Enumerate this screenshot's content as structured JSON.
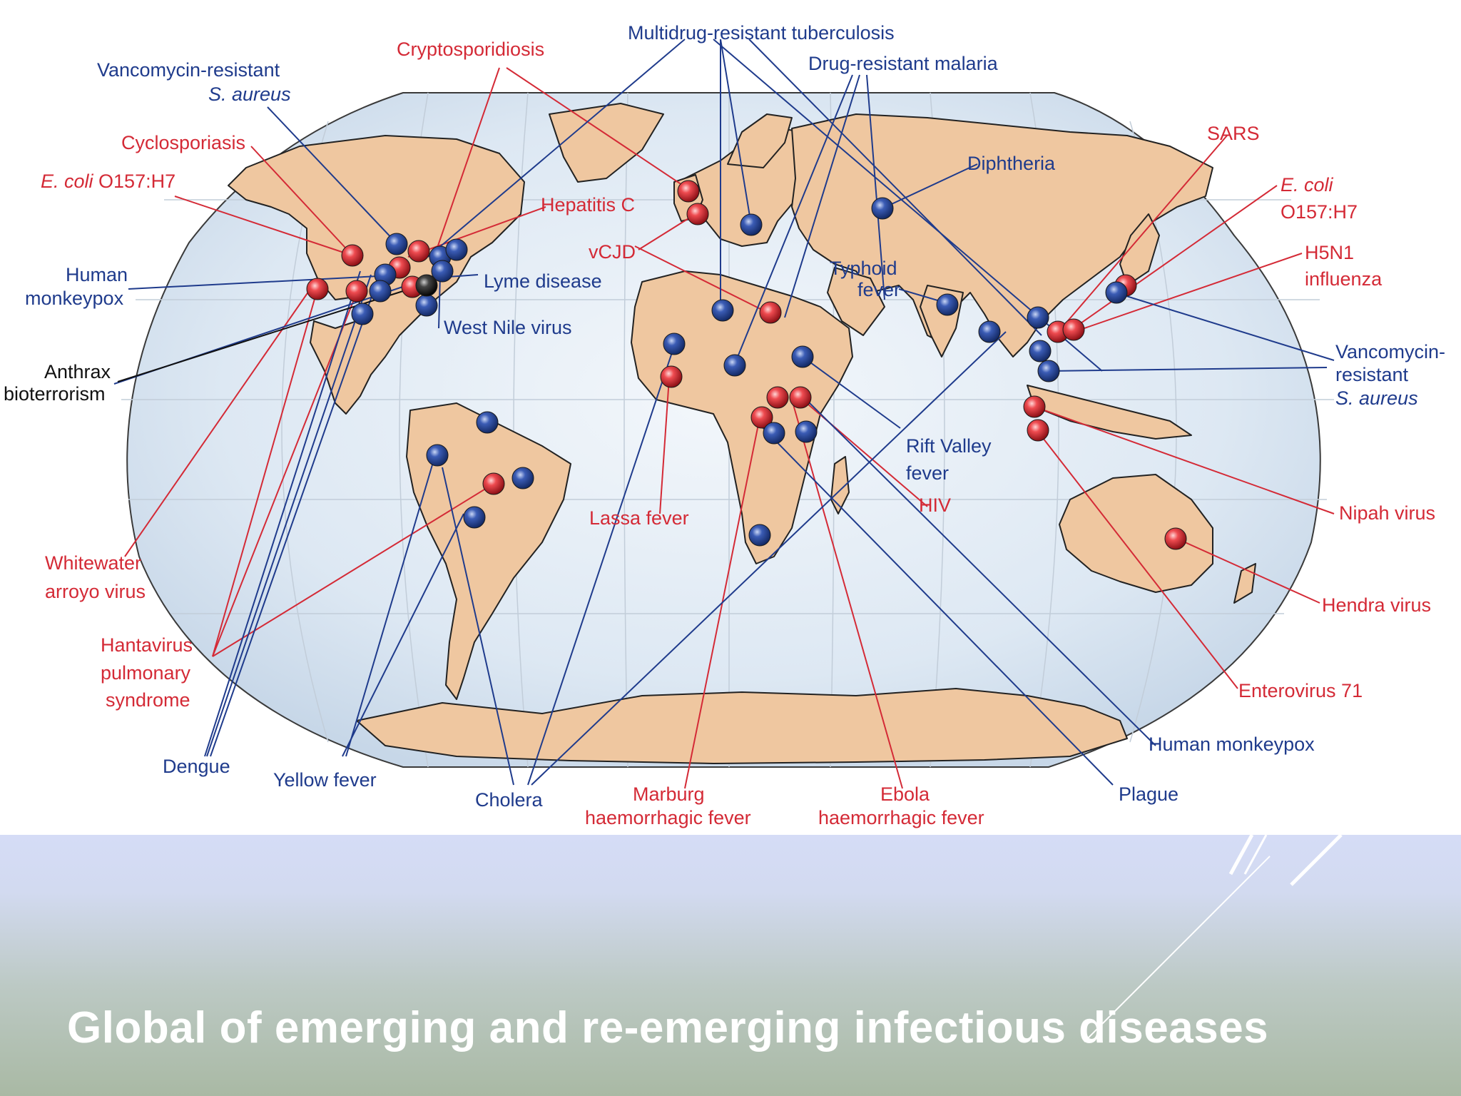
{
  "colors": {
    "ocean": "#dbe6f2",
    "land": "#efc7a0",
    "emerging_marker": "#d8343d",
    "reemerging_marker": "#2b4b9a",
    "deliberate_marker": "#222222",
    "emerging_text": "#d42a36",
    "reemerging_text": "#1f3b8c",
    "footer_band": "#cfd8f2"
  },
  "labels": {
    "multidrug_tb": "Multidrug-resistant tuberculosis",
    "drug_malaria": "Drug-resistant malaria",
    "crypto": "Cryptosporidiosis",
    "vrsa_w1": "Vancomycin-resistant",
    "vrsa_w2": "S. aureus",
    "cyclospora": "Cyclosporiasis",
    "ecoli_w_a": "E. coli",
    "ecoli_w_b": " O157:H7",
    "hepc": "Hepatitis C",
    "vcjd": "vCJD",
    "lyme": "Lyme disease",
    "wnv": "West Nile virus",
    "monkeypox_w1": "Human",
    "monkeypox_w2": "monkeypox",
    "anthrax1": "Anthrax",
    "anthrax2": "bioterrorism",
    "whitewater1": "Whitewater",
    "whitewater2": "arroyo virus",
    "hanta1": "Hantavirus",
    "hanta2": "pulmonary",
    "hanta3": "syndrome",
    "dengue": "Dengue",
    "yellow": "Yellow fever",
    "cholera": "Cholera",
    "marburg1": "Marburg",
    "marburg2": "haemorrhagic fever",
    "ebola1": "Ebola",
    "ebola2": "haemorrhagic fever",
    "plague": "Plague",
    "monkeypox_e": "Human monkeypox",
    "enterovirus": "Enterovirus 71",
    "hendra": "Hendra virus",
    "nipah": "Nipah virus",
    "vrsa_e1": "Vancomycin-",
    "vrsa_e2": "resistant",
    "vrsa_e3": "S. aureus",
    "h5n1_1": "H5N1",
    "h5n1_2": "influenza",
    "ecoli_e1": "E. coli",
    "ecoli_e2": "O157:H7",
    "sars": "SARS",
    "diphtheria": "Diphtheria",
    "typhoid1": "Typhoid",
    "typhoid2": "fever",
    "rift1": "Rift Valley",
    "rift2": "fever",
    "hiv": "HIV",
    "lassa": "Lassa fever"
  },
  "slide_title": "Global of emerging and re-emerging infectious diseases"
}
